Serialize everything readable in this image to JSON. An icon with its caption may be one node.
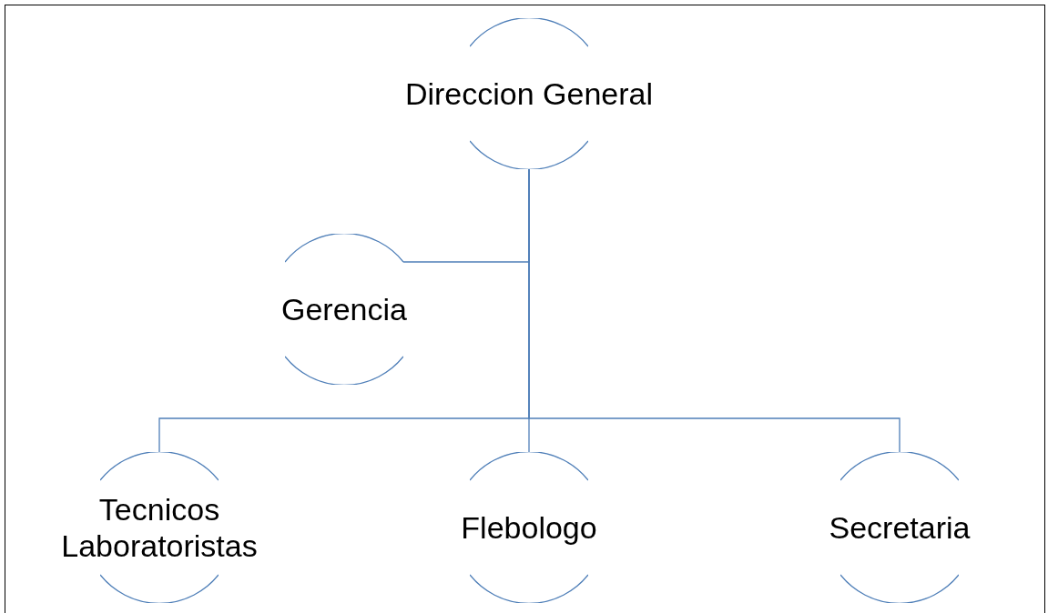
{
  "diagram": {
    "nodes": [
      {
        "text": [
          "Direccion General"
        ]
      },
      {
        "text": [
          "Gerencia"
        ]
      },
      {
        "text": [
          "Tecnicos Laboratoristas"
        ]
      },
      {
        "text": [
          "Flebologo"
        ]
      },
      {
        "text": [
          "Secretaria"
        ]
      }
    ],
    "edges": [
      {
        "from": 0,
        "to": 1,
        "arrow": "none"
      },
      {
        "from": 0,
        "to": 2,
        "arrow": "none"
      },
      {
        "from": 0,
        "to": 3,
        "arrow": "none"
      },
      {
        "from": 0,
        "to": 4,
        "arrow": "none"
      }
    ]
  }
}
